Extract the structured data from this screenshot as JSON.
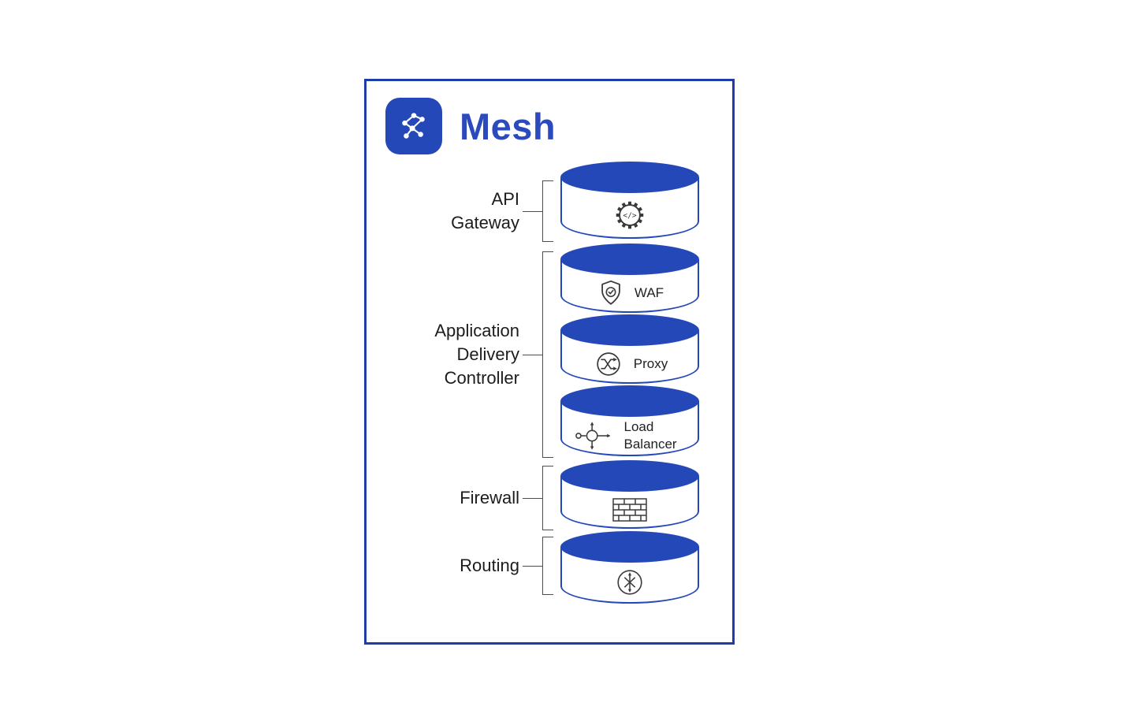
{
  "brand": {
    "name": "Mesh"
  },
  "colors": {
    "primary_blue": "#2548b9",
    "brand_text_blue": "#2b4abd",
    "frame_border_blue": "#1f3da8",
    "label_text": "#1c1c1c",
    "icon_stroke": "#3a3a3a"
  },
  "groups": [
    {
      "label": "API Gateway"
    },
    {
      "label": "Application Delivery Controller"
    },
    {
      "label": "Firewall"
    },
    {
      "label": "Routing"
    }
  ],
  "cylinders": [
    {
      "name": "api-gateway",
      "label": ""
    },
    {
      "name": "waf",
      "label": "WAF"
    },
    {
      "name": "proxy",
      "label": "Proxy"
    },
    {
      "name": "load-balancer",
      "label": "Load Balancer"
    },
    {
      "name": "firewall",
      "label": ""
    },
    {
      "name": "routing",
      "label": ""
    }
  ],
  "icons": {
    "gear_code_text": "</>"
  }
}
